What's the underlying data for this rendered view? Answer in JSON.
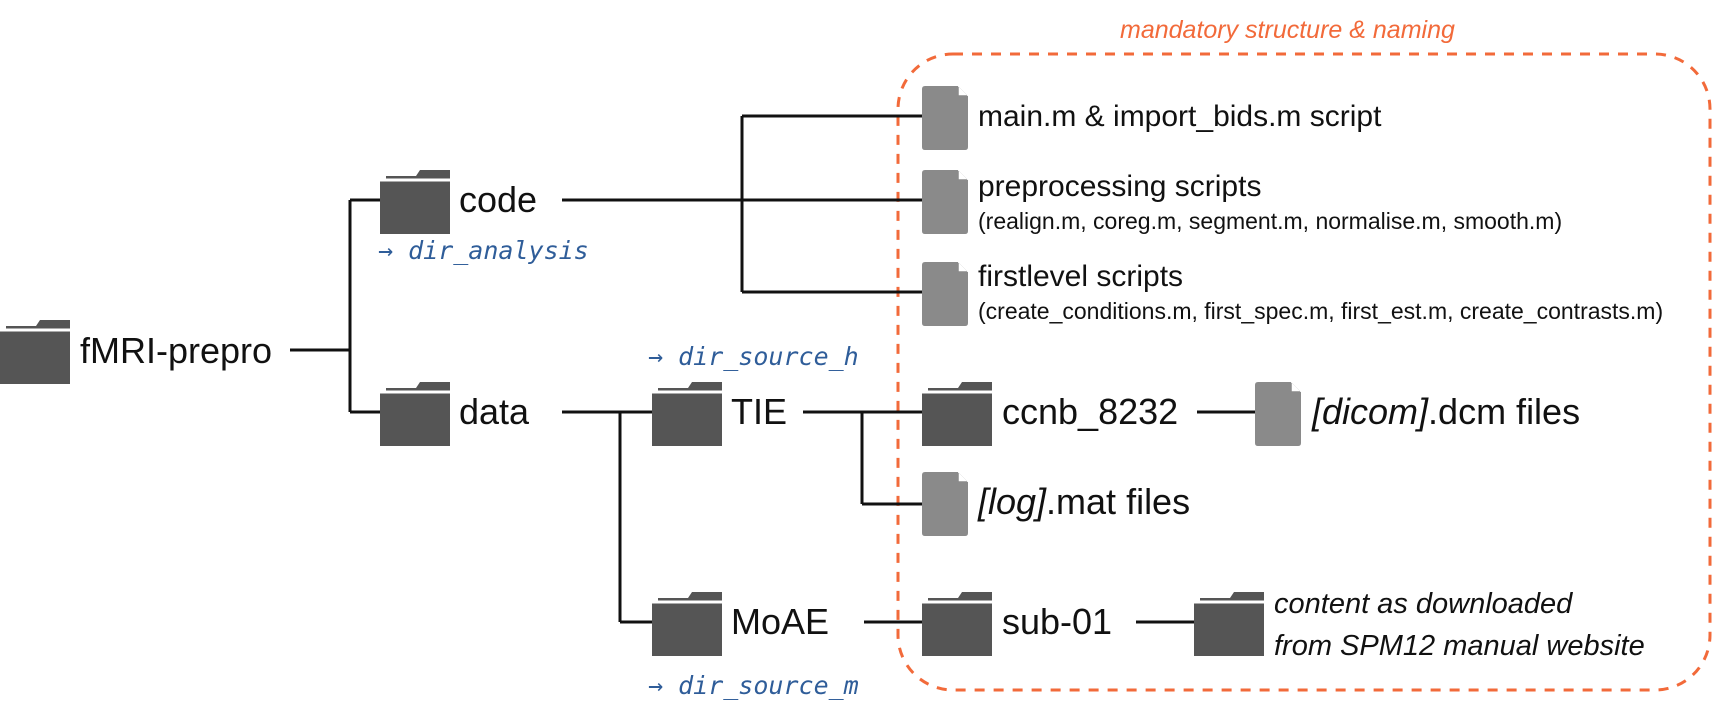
{
  "region": {
    "label": "mandatory structure & naming",
    "color": "#f26a3a"
  },
  "colors": {
    "folder": "#555555",
    "file": "#8a8a8a",
    "line": "#111111",
    "var": "#2f5d99"
  },
  "root": {
    "label": "fMRI-prepro",
    "icon": "folder-icon"
  },
  "code": {
    "label": "code",
    "var": "→ dir_analysis",
    "icon": "folder-icon",
    "files": [
      {
        "label": "main.m & import_bids.m script",
        "icon": "file-icon"
      },
      {
        "label": "preprocessing scripts",
        "sub": "(realign.m, coreg.m, segment.m, normalise.m, smooth.m)",
        "icon": "file-icon"
      },
      {
        "label": "firstlevel scripts",
        "sub": "(create_conditions.m, first_spec.m, first_est.m, create_contrasts.m)",
        "icon": "file-icon"
      }
    ]
  },
  "data": {
    "label": "data",
    "icon": "folder-icon",
    "tie": {
      "label": "TIE",
      "var": "→ dir_source_h",
      "subject": {
        "label": "ccnb_8232"
      },
      "dicom": {
        "italic": "[dicom]",
        "rest": ".dcm files"
      },
      "log": {
        "italic": "[log]",
        "rest": ".mat files"
      }
    },
    "moae": {
      "label": "MoAE",
      "var": "→ dir_source_m",
      "subject": {
        "label": "sub-01"
      },
      "content": {
        "line1": "content as downloaded",
        "line2": "from SPM12 manual website"
      }
    }
  }
}
